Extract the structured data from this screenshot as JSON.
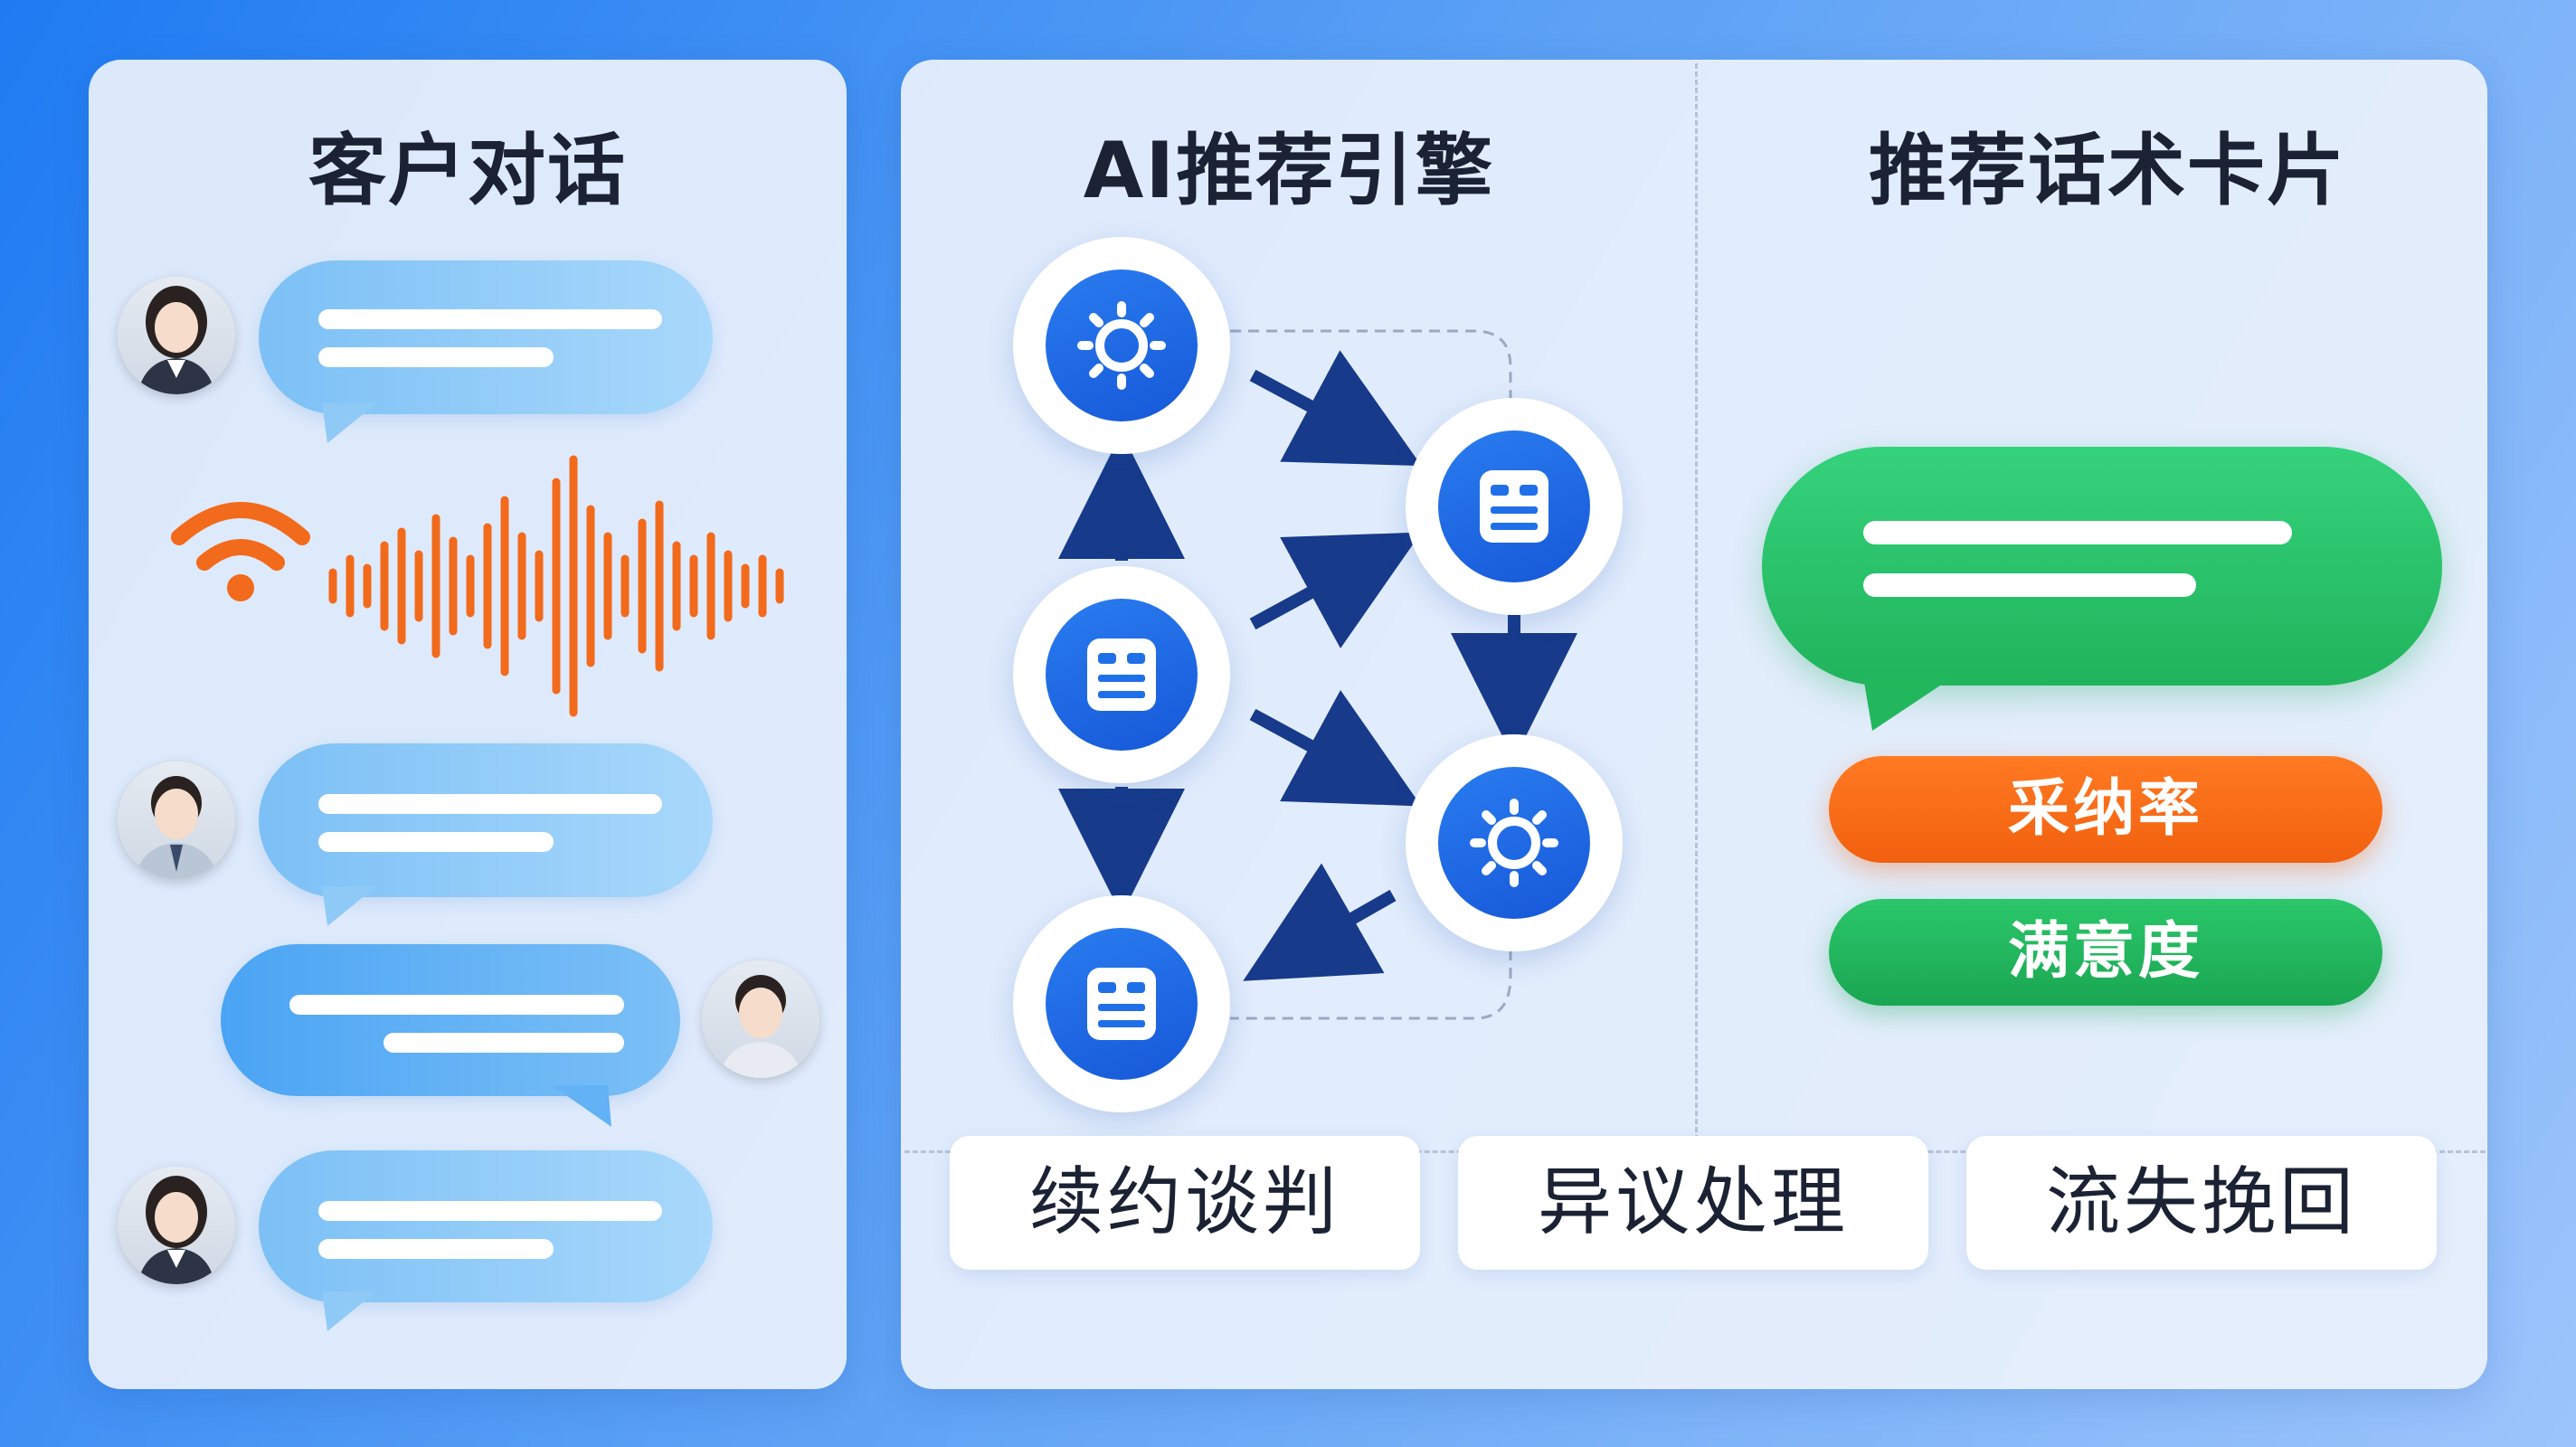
{
  "colors": {
    "accent_blue": "#1f6fe8",
    "wave_orange": "#f26a1b",
    "suggest_green": "#2bc76a",
    "adoption_orange": "#f56a1c",
    "satisfaction_green": "#22b85a",
    "arrow_navy": "#173a8a"
  },
  "left_panel": {
    "title": "客户对话",
    "signal_icon": "wifi-icon",
    "waveform_icon": "audio-waveform"
  },
  "engine": {
    "title": "AI推荐引擎",
    "node_icons": [
      "gear-icon",
      "robot-icon",
      "robot-icon",
      "gear-icon",
      "robot-icon"
    ]
  },
  "cards": {
    "title": "推荐话术卡片",
    "metric_adoption": "采纳率",
    "metric_satisfaction": "满意度"
  },
  "scenarios": [
    "续约谈判",
    "异议处理",
    "流失挽回"
  ]
}
